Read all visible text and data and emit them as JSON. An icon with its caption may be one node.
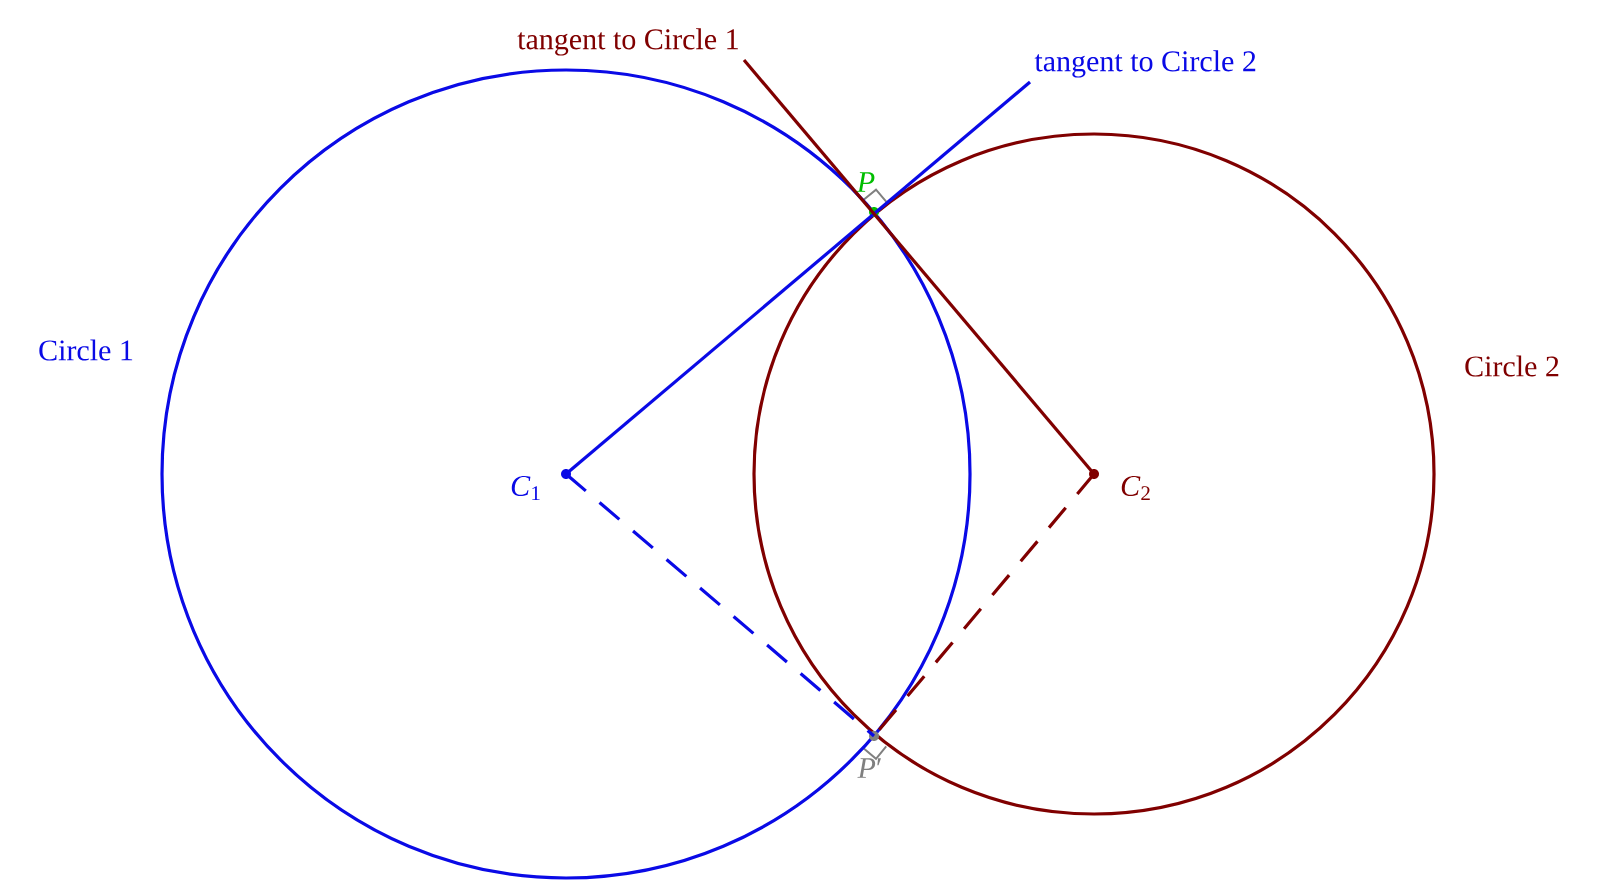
{
  "diagram": {
    "nodes": [
      {
        "text": [
          "Circle 1"
        ]
      },
      {
        "text": [
          "Circle 2"
        ]
      },
      {
        "text": [
          "*C*$_{1}$"
        ],
        "in": 0
      },
      {
        "text": [
          "*C*$_{2}$"
        ],
        "in": 1
      },
      {
        "text": [
          "*P*"
        ]
      },
      {
        "text": [
          "*P*′"
        ]
      },
      {
        "text": [
          "tangent to Circle 1"
        ]
      },
      {
        "text": [
          "tangent to Circle 2"
        ]
      }
    ],
    "edges": [
      {
        "from": 2,
        "to": 7,
        "arrow": "none",
        "color": "#0a0ae6"
      },
      {
        "from": 3,
        "to": 6,
        "arrow": "none",
        "color": "#800000"
      },
      {
        "from": 2,
        "to": 5,
        "arrow": "none",
        "style": "dashed",
        "color": "#0a0ae6"
      },
      {
        "from": 3,
        "to": 5,
        "arrow": "none",
        "style": "dashed",
        "color": "#800000"
      }
    ]
  }
}
